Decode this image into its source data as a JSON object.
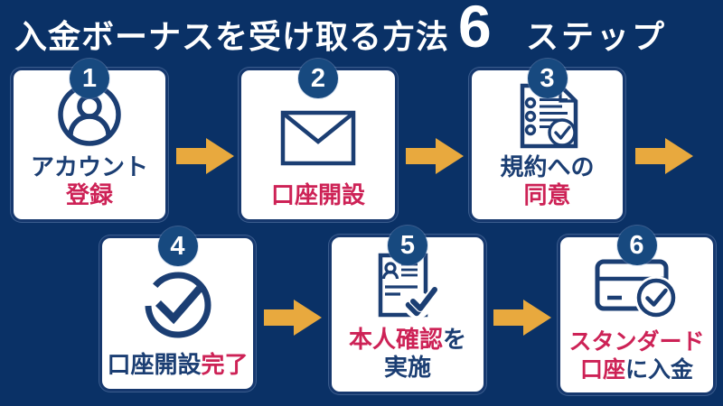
{
  "title": {
    "prefix": "入金ボーナスを受け取る方法",
    "count": "6",
    "suffix": "ステップ"
  },
  "colors": {
    "background_navy": "#0a3166",
    "card_white": "#ffffff",
    "card_border_navy": "#16386e",
    "number_circle_blue": "#17497f",
    "icon_text_navy": "#1b3e73",
    "accent_crimson": "#cd2256",
    "arrow_gold": "#e8a93e"
  },
  "steps": [
    {
      "number": "1",
      "icon": "user-icon",
      "lines": [
        [
          {
            "t": "アカウント",
            "c": "navy"
          }
        ],
        [
          {
            "t": "登録",
            "c": "crimson"
          }
        ]
      ]
    },
    {
      "number": "2",
      "icon": "envelope-icon",
      "lines": [
        [
          {
            "t": "口座開設",
            "c": "crimson"
          }
        ]
      ]
    },
    {
      "number": "3",
      "icon": "document-check-icon",
      "lines": [
        [
          {
            "t": "規約への",
            "c": "navy"
          }
        ],
        [
          {
            "t": "同意",
            "c": "crimson"
          }
        ]
      ]
    },
    {
      "number": "4",
      "icon": "check-circle-icon",
      "lines": [
        [
          {
            "t": "口座開設",
            "c": "navy"
          },
          {
            "t": "完了",
            "c": "crimson"
          }
        ]
      ]
    },
    {
      "number": "5",
      "icon": "id-verification-icon",
      "lines": [
        [
          {
            "t": "本人確認",
            "c": "crimson"
          },
          {
            "t": "を",
            "c": "navy"
          }
        ],
        [
          {
            "t": "実施",
            "c": "navy"
          }
        ]
      ]
    },
    {
      "number": "6",
      "icon": "card-deposit-icon",
      "lines": [
        [
          {
            "t": "スタンダード",
            "c": "crimson"
          }
        ],
        [
          {
            "t": "口座",
            "c": "crimson"
          },
          {
            "t": "に入金",
            "c": "navy"
          }
        ]
      ]
    }
  ]
}
